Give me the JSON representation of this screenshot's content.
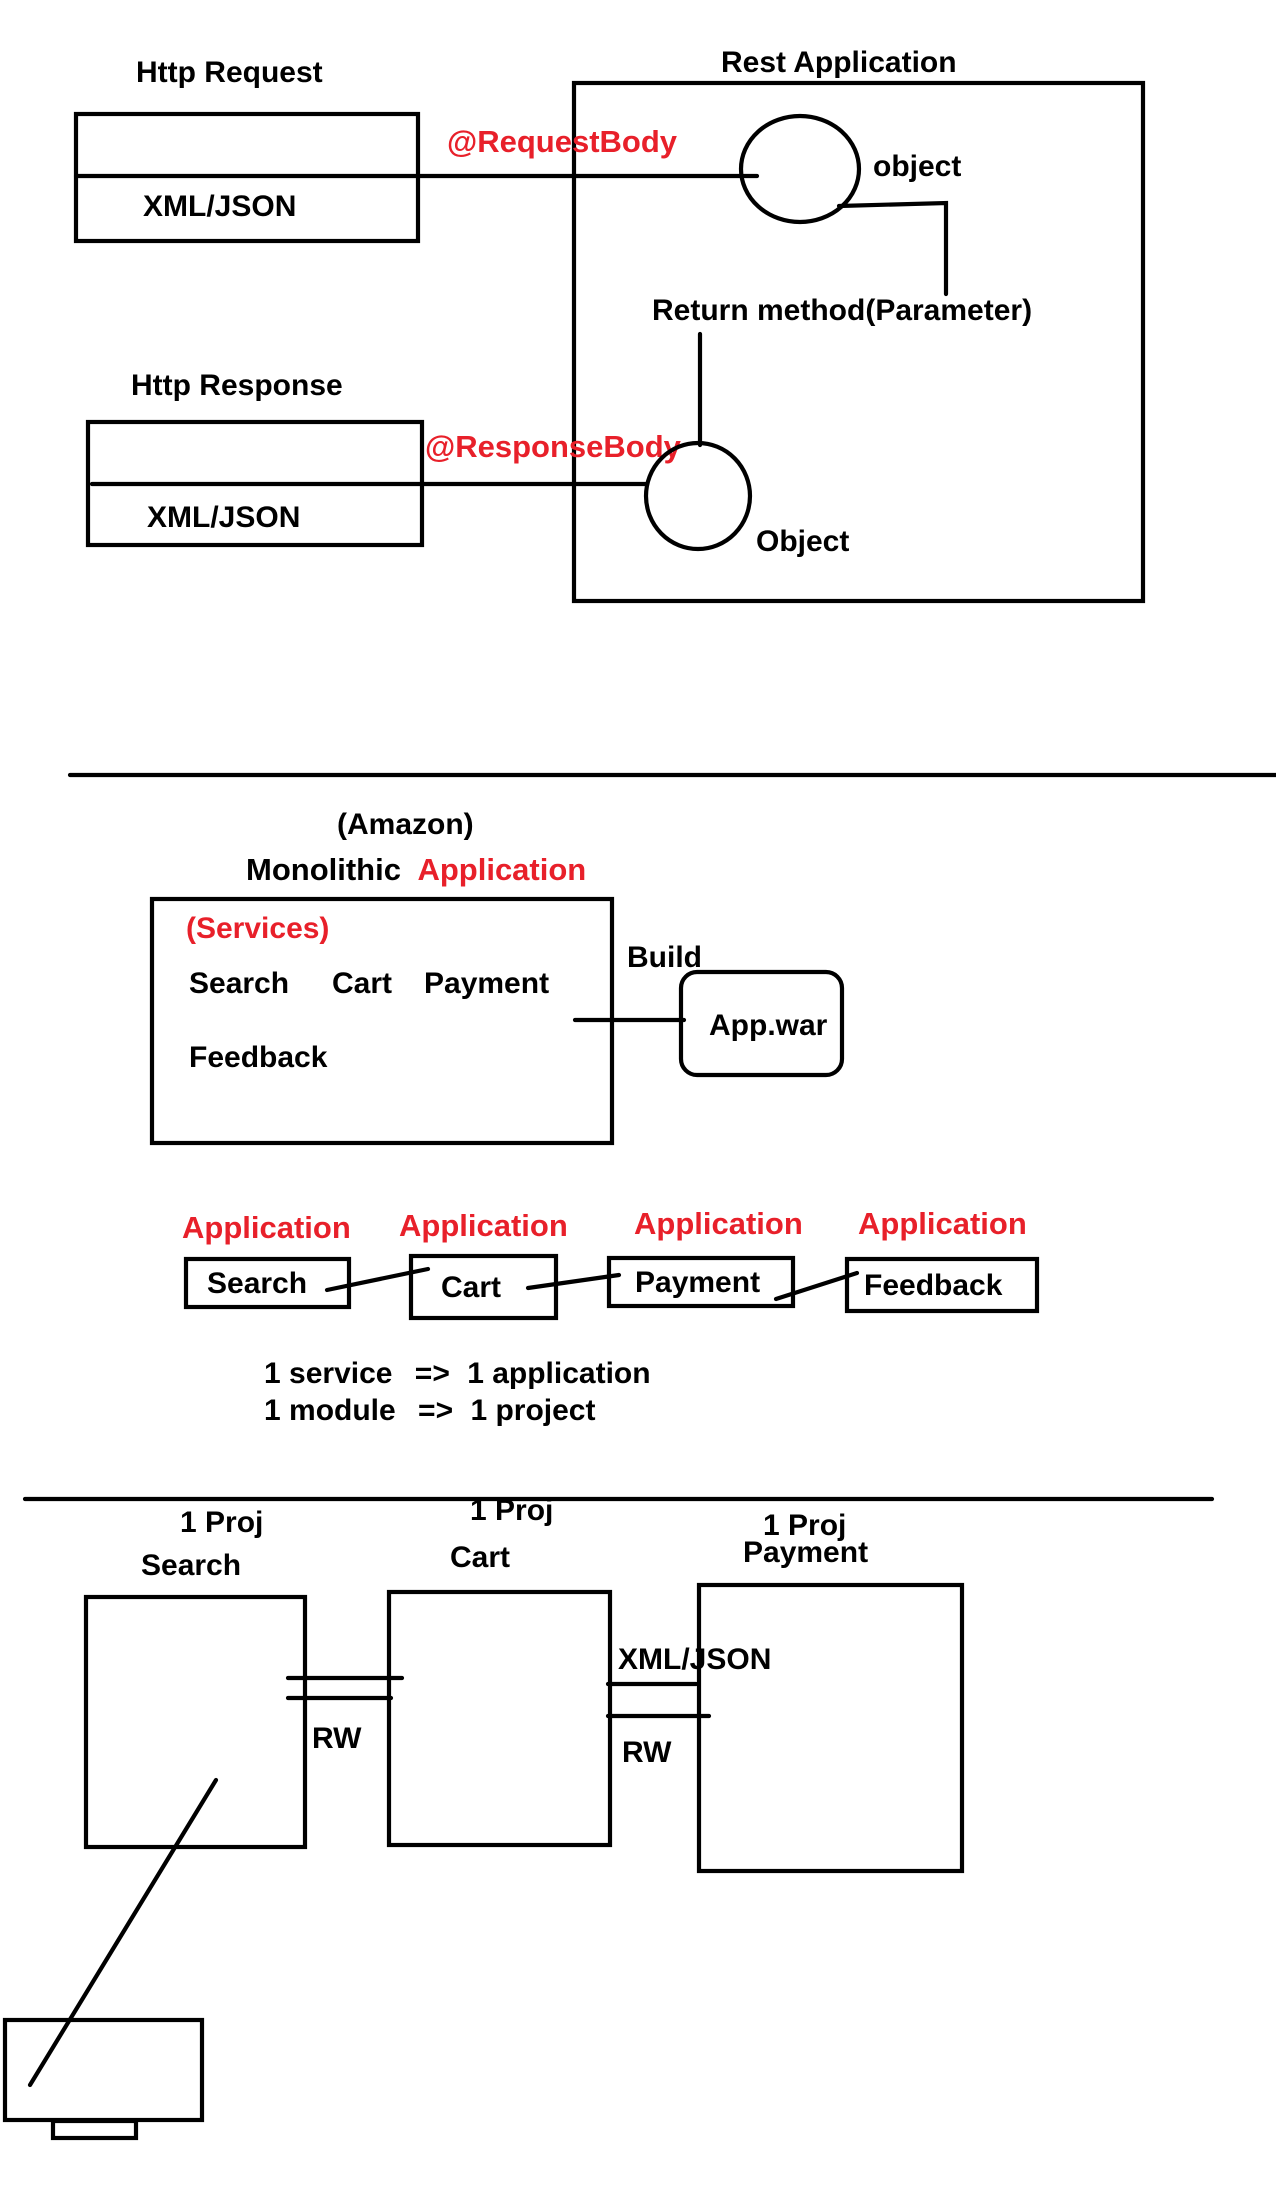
{
  "section1": {
    "http_request_title": "Http Request",
    "request_format": "XML/JSON",
    "request_body_annotation": "@RequestBody",
    "rest_application_title": "Rest Application",
    "object_in_label": "object",
    "method_label": "Return method(Parameter)",
    "http_response_title": "Http Response",
    "response_format": "XML/JSON",
    "response_body_annotation": "@ResponseBody",
    "object_out_label": "Object"
  },
  "section2": {
    "company_label": "(Amazon)",
    "monolithic_word": "Monolithic",
    "application_word": "Application",
    "services_label": "(Services)",
    "services": [
      "Search",
      "Cart",
      "Payment",
      "Feedback"
    ],
    "build_label": "Build",
    "artifact_label": "App.war",
    "micro_apps": [
      {
        "heading": "Application",
        "name": "Search"
      },
      {
        "heading": "Application",
        "name": "Cart"
      },
      {
        "heading": "Application",
        "name": "Payment"
      },
      {
        "heading": "Application",
        "name": "Feedback"
      }
    ],
    "rules": [
      {
        "left": "1 service",
        "arrow": "=>",
        "right": "1  application"
      },
      {
        "left": "1 module",
        "arrow": "=>",
        "right": "1 project"
      }
    ]
  },
  "section3": {
    "projects": [
      {
        "proj_label": "1 Proj",
        "name": "Search"
      },
      {
        "proj_label": "1 Proj",
        "name": "Cart"
      },
      {
        "proj_label": "1 Proj",
        "name": "Payment"
      }
    ],
    "link1_label": "RW",
    "link2_format": "XML/JSON",
    "link2_label": "RW"
  },
  "colors": {
    "ink": "#000000",
    "annotation_red": "#e8202a",
    "background": "#ffffff"
  }
}
